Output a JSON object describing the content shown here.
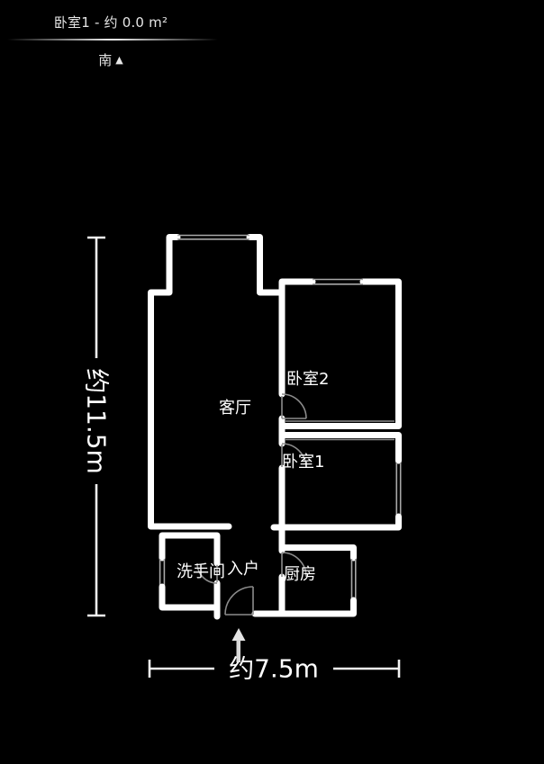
{
  "header": {
    "title": "卧室1 - 约 0.0 m²",
    "orientation_label": "南",
    "orientation_icon": "▲"
  },
  "floorplan": {
    "rooms": [
      {
        "id": "living-room",
        "name": "客厅"
      },
      {
        "id": "bedroom-2",
        "name": "卧室2"
      },
      {
        "id": "bedroom-1",
        "name": "卧室1"
      },
      {
        "id": "washroom",
        "name": "洗手间"
      },
      {
        "id": "entrance",
        "name": "入户"
      },
      {
        "id": "kitchen",
        "name": "厨房"
      }
    ],
    "dimensions": {
      "height": "约11.5m",
      "width": "约7.5m"
    },
    "entry_icon": "arrow-up"
  },
  "colors": {
    "background": "#000000",
    "wall": "#ffffff",
    "window": "#a8a8a8",
    "door": "#8c8c8c",
    "text": "#ffffff"
  }
}
